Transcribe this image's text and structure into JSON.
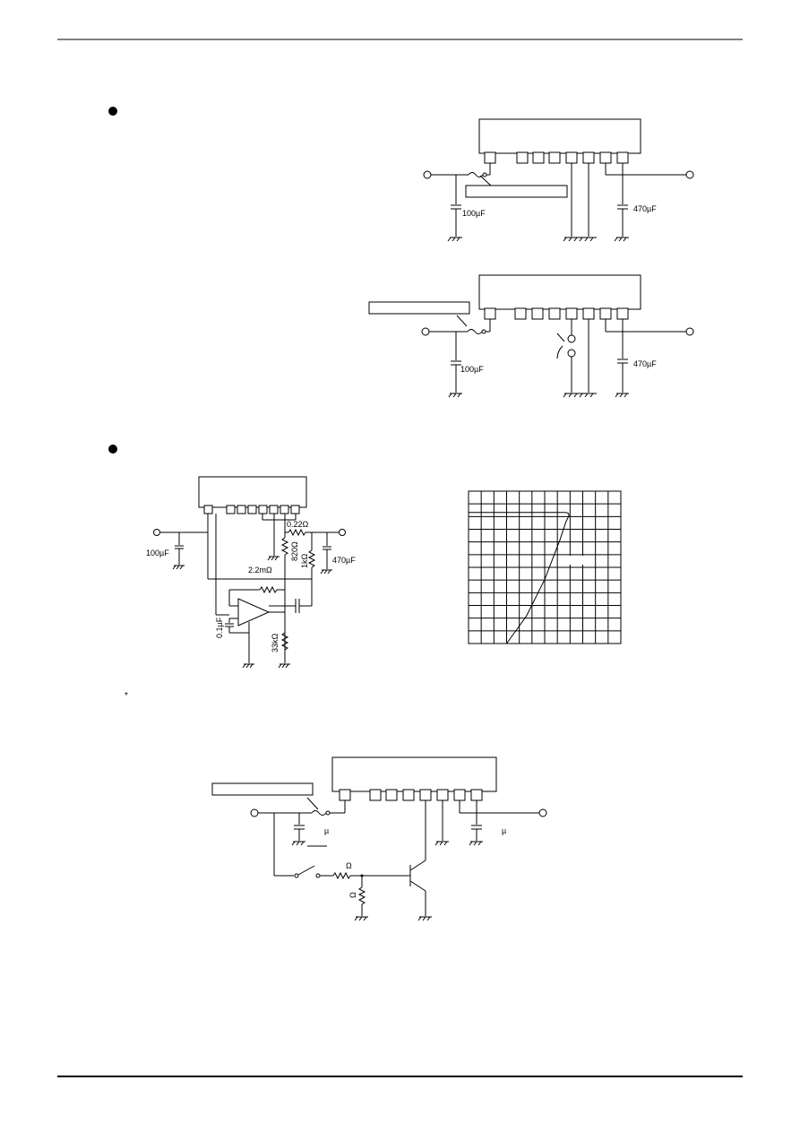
{
  "page": {
    "bullet_marker": "●",
    "footnote_marker": "*"
  },
  "circuit1": {
    "cap_in": "100µF",
    "cap_out": "470µF"
  },
  "circuit2": {
    "cap_in": "100µF",
    "cap_out": "470µF"
  },
  "circuit3": {
    "cap_in": "100µF",
    "r_sense": "0.22Ω",
    "r_820": "820Ω",
    "r_1k": "1kΩ",
    "cap_out": "470µF",
    "r_feedback": "2.2mΩ",
    "cap_01": "0.1µF",
    "r_33k": "33kΩ"
  },
  "circuit4": {
    "cap_in_unit": "µ",
    "cap_out_unit": "µ",
    "r_base_unit": "Ω",
    "r_pull_unit": "Ω"
  },
  "chart_data": {
    "type": "line",
    "title": "",
    "xlabel": "",
    "ylabel": "",
    "grid": true,
    "series": [
      {
        "points": [
          [
            0.25,
            0.0
          ],
          [
            0.38,
            0.18
          ],
          [
            0.5,
            0.42
          ],
          [
            0.6,
            0.68
          ],
          [
            0.64,
            0.8
          ],
          [
            0.66,
            0.84
          ],
          [
            0.655,
            0.855
          ],
          [
            0.64,
            0.86
          ],
          [
            0.0,
            0.86
          ]
        ]
      }
    ]
  }
}
